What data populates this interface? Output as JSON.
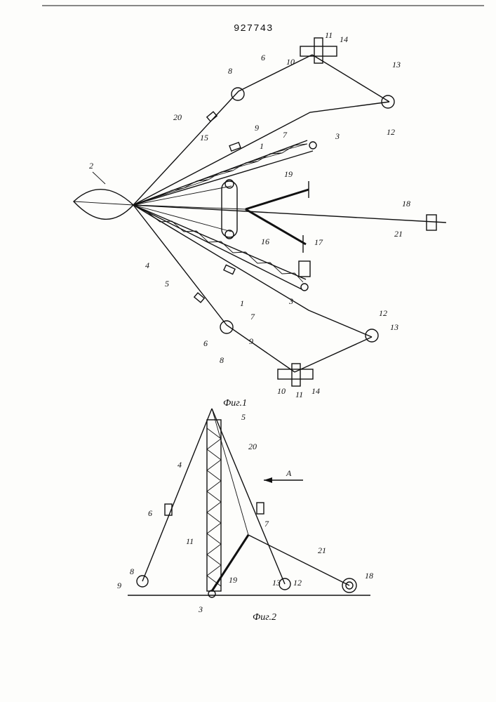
{
  "document": {
    "patent_number": "927743",
    "figure_1_caption": "Фиг.1",
    "figure_2_caption": "Фиг.2",
    "view_arrow_label": "А"
  },
  "figure_1": {
    "labels": {
      "l1a": "1",
      "l1b": "1",
      "l2": "2",
      "l3a": "3",
      "l3b": "3",
      "l4": "4",
      "l5": "5",
      "l6a": "6",
      "l6b": "6",
      "l7a": "7",
      "l7b": "7",
      "l8a": "8",
      "l8b": "8",
      "l9a": "9",
      "l9b": "9",
      "l10a": "10",
      "l10b": "10",
      "l11a": "11",
      "l11b": "11",
      "l12a": "12",
      "l12b": "12",
      "l13a": "13",
      "l13b": "13",
      "l14a": "14",
      "l14b": "14",
      "l15": "15",
      "l16": "16",
      "l17": "17",
      "l18": "18",
      "l19": "19",
      "l20": "20",
      "l21": "21"
    }
  },
  "figure_2": {
    "labels": {
      "l3": "3",
      "l4": "4",
      "l5": "5",
      "l6": "6",
      "l7": "7",
      "l8": "8",
      "l9": "9",
      "l11": "11",
      "l12": "12",
      "l13": "13",
      "l18": "18",
      "l19": "19",
      "l20": "20",
      "l21": "21"
    }
  }
}
